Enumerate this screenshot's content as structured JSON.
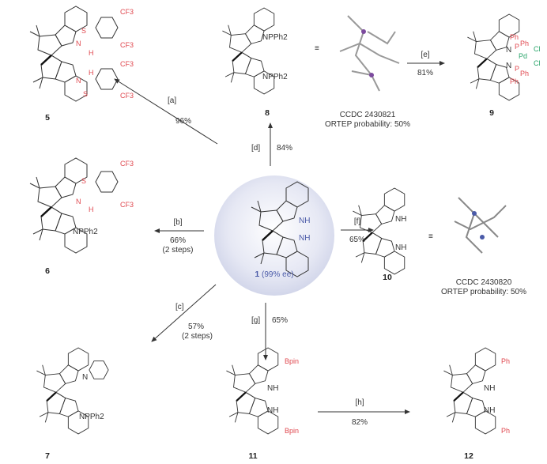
{
  "compounds": {
    "c1": {
      "label": "1",
      "ee": "(99% ee)",
      "groups": [
        "NH",
        "NH"
      ]
    },
    "c5": {
      "label": "5",
      "groups": [
        "S",
        "N",
        "H",
        "CF3",
        "CF3",
        "N",
        "H",
        "S",
        "CF3",
        "CF3"
      ]
    },
    "c6": {
      "label": "6",
      "groups": [
        "S",
        "N",
        "H",
        "CF3",
        "CF3",
        "NPPh2"
      ]
    },
    "c7": {
      "label": "7",
      "groups": [
        "N",
        "NPPh2"
      ]
    },
    "c8": {
      "label": "8",
      "groups": [
        "NPPh2",
        "NPPh2"
      ]
    },
    "c9": {
      "label": "9",
      "groups": [
        "N",
        "P",
        "Ph",
        "Ph",
        "Pd",
        "Cl",
        "Cl",
        "N",
        "P",
        "Ph",
        "Ph"
      ]
    },
    "c10": {
      "label": "10",
      "groups": [
        "NH",
        "NH"
      ]
    },
    "c11": {
      "label": "11",
      "groups": [
        "Bpin",
        "NH",
        "NH",
        "Bpin"
      ]
    },
    "c12": {
      "label": "12",
      "groups": [
        "Ph",
        "NH",
        "NH",
        "Ph"
      ]
    }
  },
  "crystal": [
    {
      "ccdc": "CCDC 2430821",
      "ortep": "ORTEP probability: 50%"
    },
    {
      "ccdc": "CCDC 2430820",
      "ortep": "ORTEP probability: 50%"
    }
  ],
  "equiv_symbol": "≡",
  "reactions": {
    "a": {
      "cond": "[a]",
      "yield": "96%"
    },
    "b": {
      "cond": "[b]",
      "yield": "66%",
      "note": "(2 steps)"
    },
    "c": {
      "cond": "[c]",
      "yield": "57%",
      "note": "(2 steps)"
    },
    "d": {
      "cond": "[d]",
      "yield": "84%"
    },
    "e": {
      "cond": "[e]",
      "yield": "81%"
    },
    "f": {
      "cond": "[f]",
      "yield": "65%"
    },
    "g": {
      "cond": "[g]",
      "yield": "65%"
    },
    "h": {
      "cond": "[h]",
      "yield": "82%"
    }
  }
}
